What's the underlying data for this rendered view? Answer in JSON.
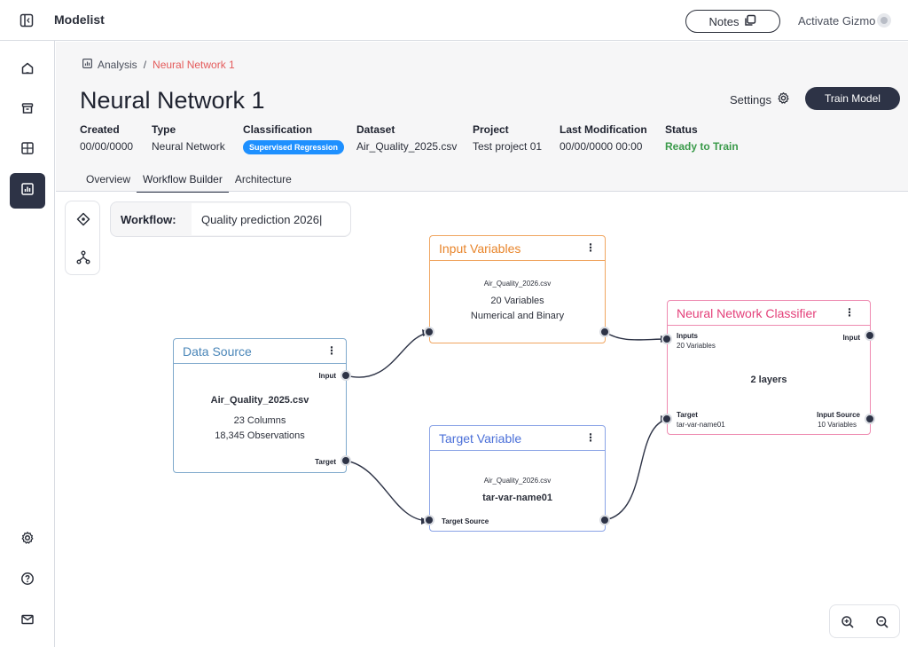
{
  "app": {
    "name": "Modelist"
  },
  "topbar": {
    "notes_label": "Notes",
    "gizmo_label": "Activate Gizmo"
  },
  "breadcrumb": {
    "root": "Analysis",
    "separator": "/",
    "current": "Neural Network 1"
  },
  "page": {
    "title": "Neural Network 1",
    "settings_label": "Settings",
    "train_label": "Train Model"
  },
  "meta": {
    "created": {
      "label": "Created",
      "value": "00/00/0000"
    },
    "type": {
      "label": "Type",
      "value": "Neural Network"
    },
    "classification": {
      "label": "Classification",
      "value": "Supervised Regression"
    },
    "dataset": {
      "label": "Dataset",
      "value": "Air_Quality_2025.csv"
    },
    "project": {
      "label": "Project",
      "value": "Test project 01"
    },
    "modified": {
      "label": "Last Modification",
      "value": "00/00/0000 00:00"
    },
    "status": {
      "label": "Status",
      "value": "Ready to Train"
    }
  },
  "tabs": [
    {
      "label": "Overview"
    },
    {
      "label": "Workflow Builder",
      "active": true
    },
    {
      "label": "Architecture"
    }
  ],
  "workflow": {
    "label": "Workflow:",
    "value": "Quality prediction 2026|"
  },
  "nodes": {
    "data_source": {
      "title": "Data Source",
      "menu": "⋮",
      "color": "#4a86b8",
      "input_label": "Input",
      "target_label": "Target",
      "file": "Air_Quality_2025.csv",
      "columns": "23 Columns",
      "observations": "18,345 Observations"
    },
    "input_variables": {
      "title": "Input Variables",
      "menu": "⋮",
      "color": "#e8852b",
      "file": "Air_Quality_2026.csv",
      "count": "20 Variables",
      "kind": "Numerical and Binary"
    },
    "target_variable": {
      "title": "Target Variable",
      "menu": "⋮",
      "color": "#4a6fd8",
      "file": "Air_Quality_2026.csv",
      "name": "tar-var-name01",
      "source_label": "Target Source"
    },
    "classifier": {
      "title": "Neural Network Classifier",
      "menu": "⋮",
      "color": "#e4407a",
      "inputs_label": "Inputs",
      "inputs_sub": "20 Variables",
      "input_label": "Input",
      "layers": "2 layers",
      "target_label": "Target",
      "target_sub": "tar-var-name01",
      "input_source_label": "Input Source",
      "input_source_sub": "10 Variables"
    }
  },
  "colors": {
    "accent_dark": "#2d3346",
    "breadcrumb_current": "#e45b5b",
    "status_ready": "#3a9a4a",
    "badge_blue": "#1e90ff"
  },
  "icons": {
    "sidebar": [
      "home-icon",
      "inbox-icon",
      "dashboard-icon",
      "analysis-icon",
      "gear-icon",
      "help-icon",
      "mail-icon"
    ],
    "tools": [
      "node-add-icon",
      "hierarchy-icon"
    ],
    "zoom": [
      "zoom-in-icon",
      "zoom-out-icon"
    ]
  }
}
